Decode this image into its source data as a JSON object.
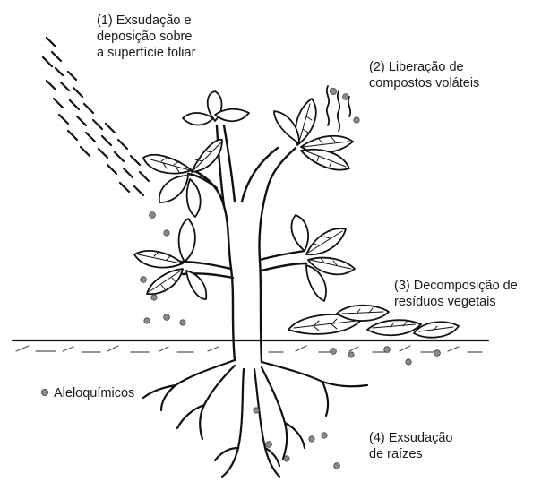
{
  "labels": {
    "exudation": "(1) Exsudação e\ndeposição sobre\na superfície foliar",
    "volatiles": "(2) Liberação de\ncompostos voláteis",
    "decomposition": "(3) Decomposição de\nresíduos vegetais",
    "root_exudation": "(4) Exsudação\nde raízes",
    "legend": "Aleloquímicos"
  },
  "colors": {
    "ink": "#111111",
    "particle": "#8a8a8a",
    "leaf_fill": "#ffffff"
  }
}
